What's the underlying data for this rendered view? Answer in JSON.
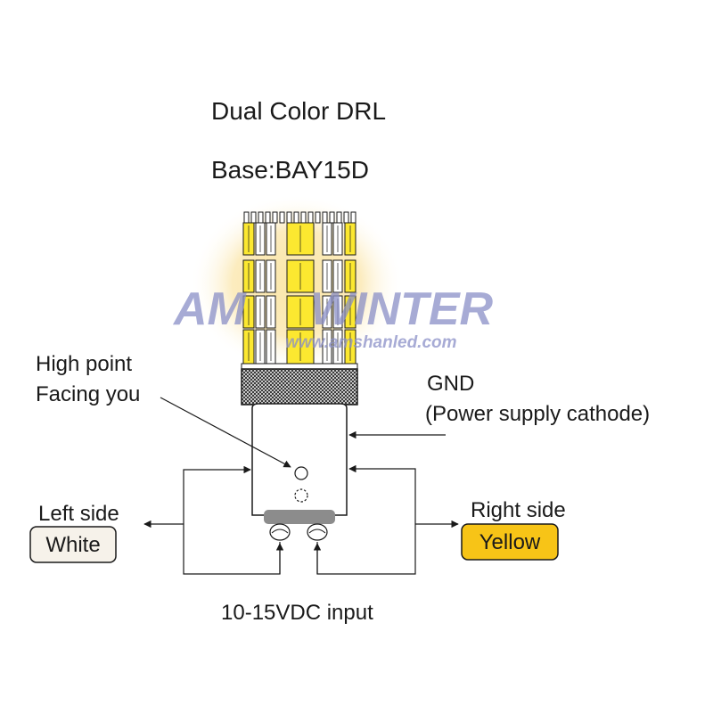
{
  "title": "Dual Color DRL",
  "base": "Base:BAY15D",
  "labels": {
    "high_point_1": "High point",
    "high_point_2": "Facing you",
    "gnd": "GND",
    "gnd_note": "(Power supply cathode)",
    "left_side": "Left side",
    "right_side": "Right side",
    "input": "10-15VDC input"
  },
  "badges": {
    "left": {
      "text": "White",
      "fill": "#f6f2ea"
    },
    "right": {
      "text": "Yellow",
      "fill": "#f7c417"
    }
  },
  "watermark": {
    "brand_left": "AM",
    "brand_right": "WINTER",
    "url": "www.amshanled.com",
    "color": "#8a8fc7"
  },
  "colors": {
    "led_white": "#ffffff",
    "led_yellow": "#fce830",
    "glow": "#f9dc8a",
    "base_band": "#8c8c8c"
  }
}
